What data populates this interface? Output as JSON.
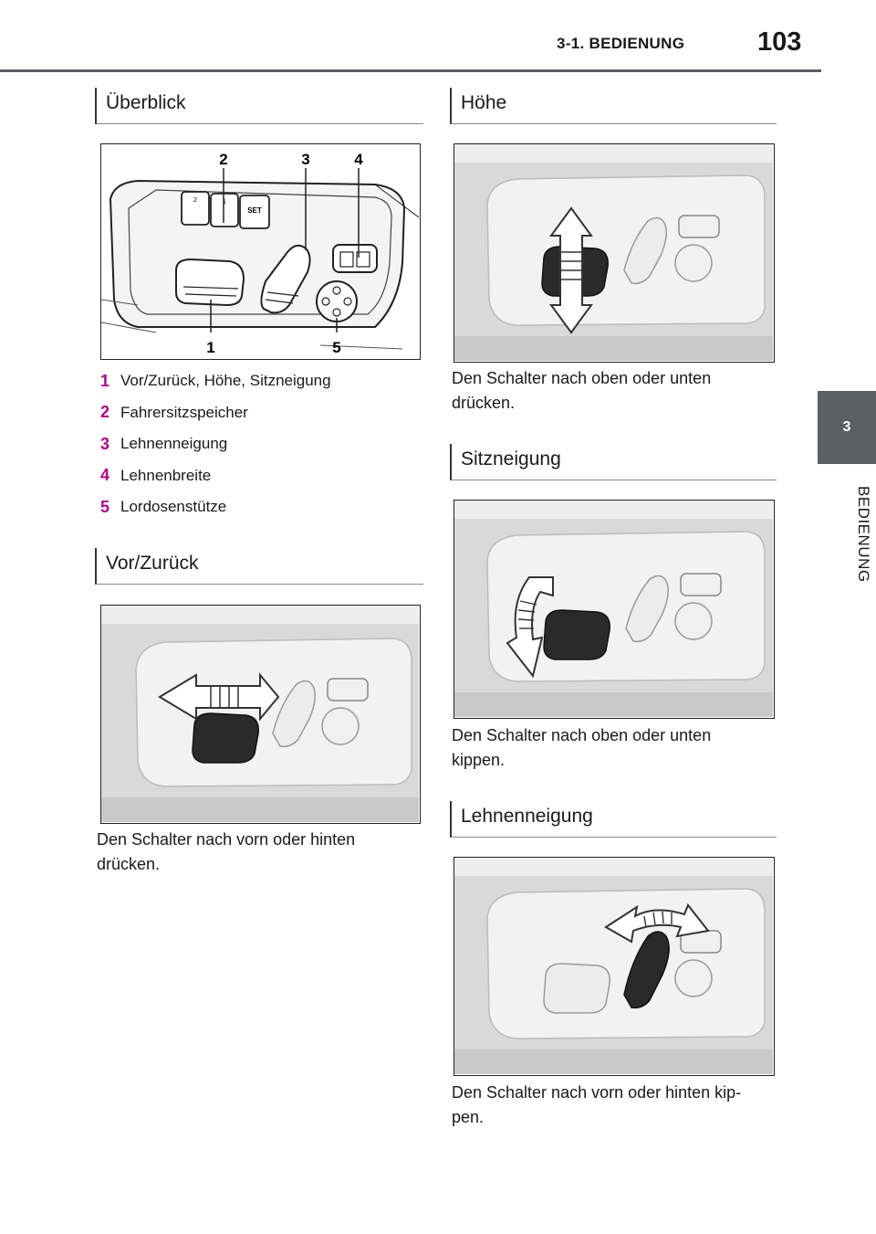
{
  "header": {
    "chapter_title": "3-1. BEDIENUNG",
    "page_number": "103"
  },
  "side_tab": {
    "number": "3",
    "label": "BEDIENUNG"
  },
  "sections": {
    "ueberblick": {
      "title": "Überblick",
      "callouts": [
        "1",
        "2",
        "3",
        "4",
        "5"
      ],
      "button_labels": [
        "2",
        "1",
        "SET"
      ],
      "legend": [
        {
          "num": "1",
          "text": "Vor/Zurück, Höhe, Sitzneigung"
        },
        {
          "num": "2",
          "text": "Fahrersitzspeicher"
        },
        {
          "num": "3",
          "text": "Lehnenneigung"
        },
        {
          "num": "4",
          "text": "Lehnenbreite"
        },
        {
          "num": "5",
          "text": "Lordosenstütze"
        }
      ]
    },
    "vor_zurueck": {
      "title": "Vor/Zurück",
      "text_lines": [
        "Den Schalter nach vorn oder hinten",
        "drücken."
      ]
    },
    "hoehe": {
      "title": "Höhe",
      "text_lines": [
        "Den Schalter nach oben oder unten",
        "drücken."
      ]
    },
    "sitzneigung": {
      "title": "Sitzneigung",
      "text_lines": [
        "Den Schalter nach oben oder unten",
        "kippen."
      ]
    },
    "lehnenneigung": {
      "title": "Lehnenneigung",
      "text_lines": [
        "Den Schalter nach vorn oder hinten kip-",
        "pen."
      ]
    }
  }
}
